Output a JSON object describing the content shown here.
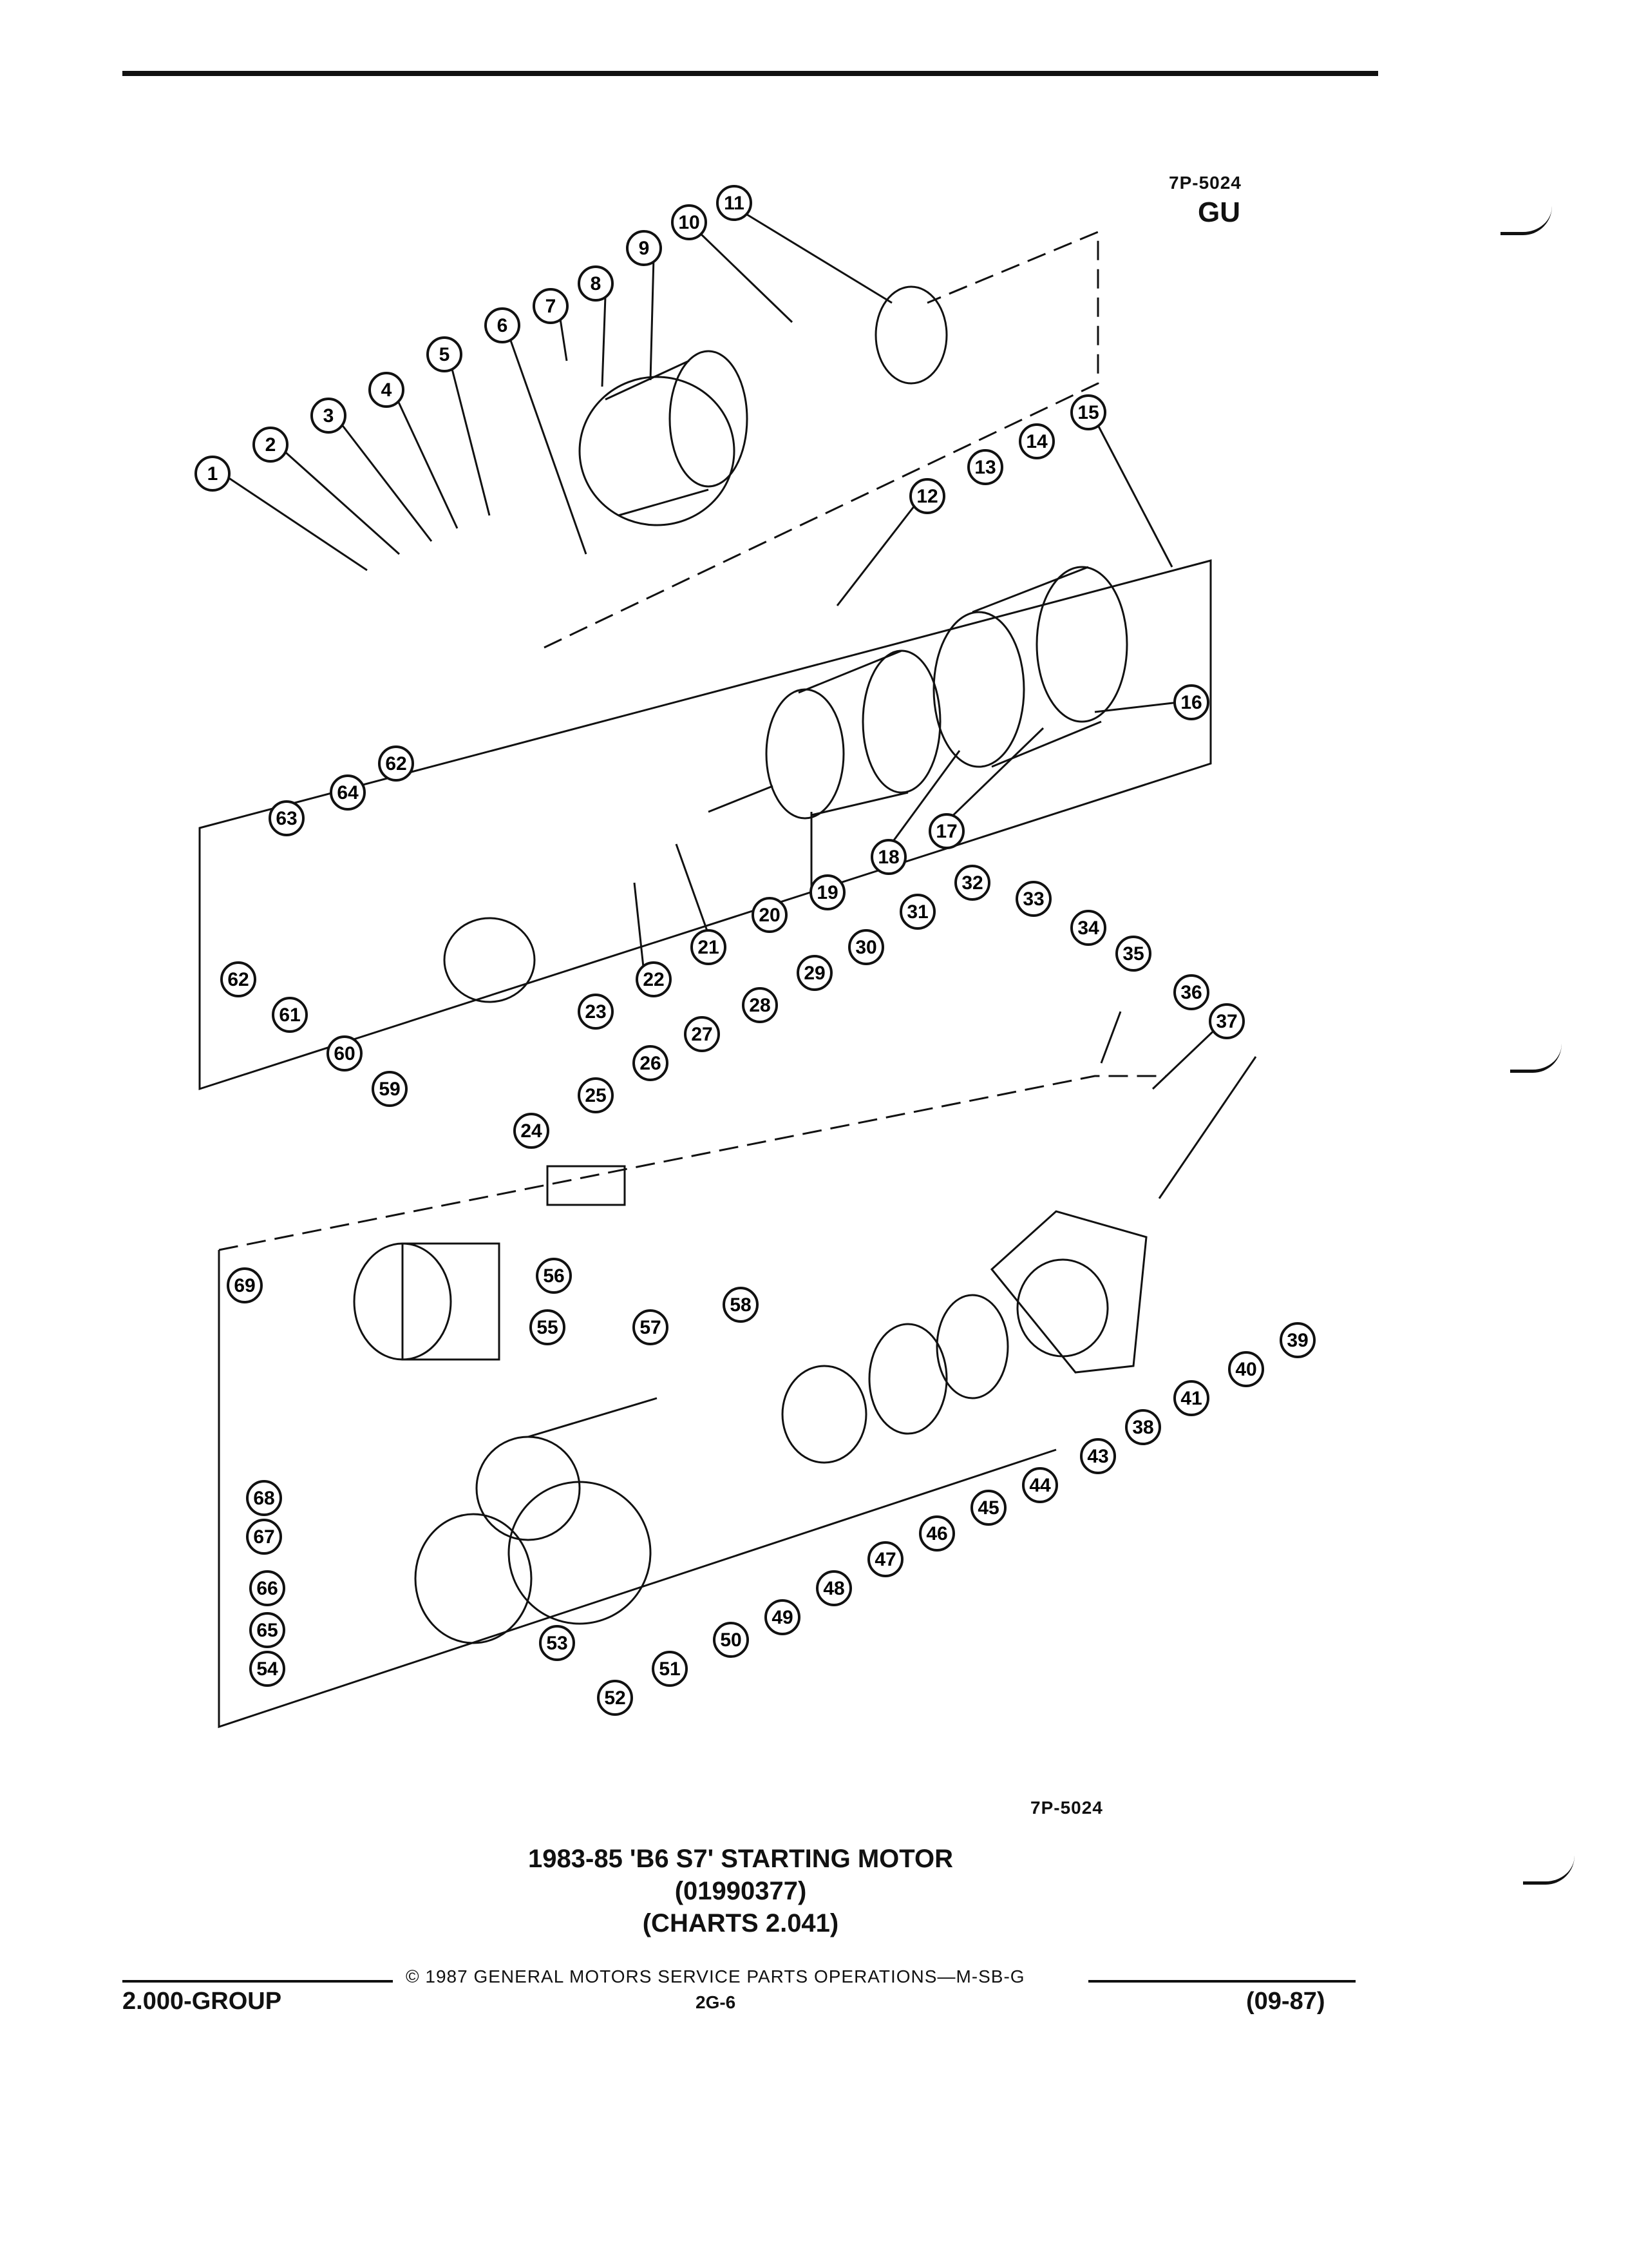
{
  "header": {
    "figure_code": "7P-5024",
    "symbol": "GU"
  },
  "callouts": [
    "1",
    "2",
    "3",
    "4",
    "5",
    "6",
    "7",
    "8",
    "9",
    "10",
    "11",
    "12",
    "13",
    "14",
    "15",
    "16",
    "17",
    "18",
    "19",
    "20",
    "21",
    "22",
    "23",
    "24",
    "25",
    "26",
    "27",
    "28",
    "29",
    "30",
    "31",
    "32",
    "33",
    "34",
    "35",
    "36",
    "37",
    "38",
    "39",
    "40",
    "41",
    "43",
    "44",
    "45",
    "46",
    "47",
    "48",
    "49",
    "50",
    "51",
    "52",
    "53",
    "54",
    "55",
    "56",
    "57",
    "58",
    "59",
    "60",
    "61",
    "62",
    "62",
    "63",
    "64",
    "65",
    "66",
    "67",
    "68",
    "69"
  ],
  "caption": {
    "figure_code": "7P-5024",
    "title_line1": "1983-85 'B6 S7' STARTING MOTOR",
    "title_line2": "(01990377)",
    "title_line3": "(CHARTS 2.041)"
  },
  "footer": {
    "copyright": "© 1987 GENERAL MOTORS SERVICE PARTS OPERATIONS—M-SB-G",
    "group": "2.000-GROUP",
    "page": "2G-6",
    "date": "(09-87)"
  }
}
